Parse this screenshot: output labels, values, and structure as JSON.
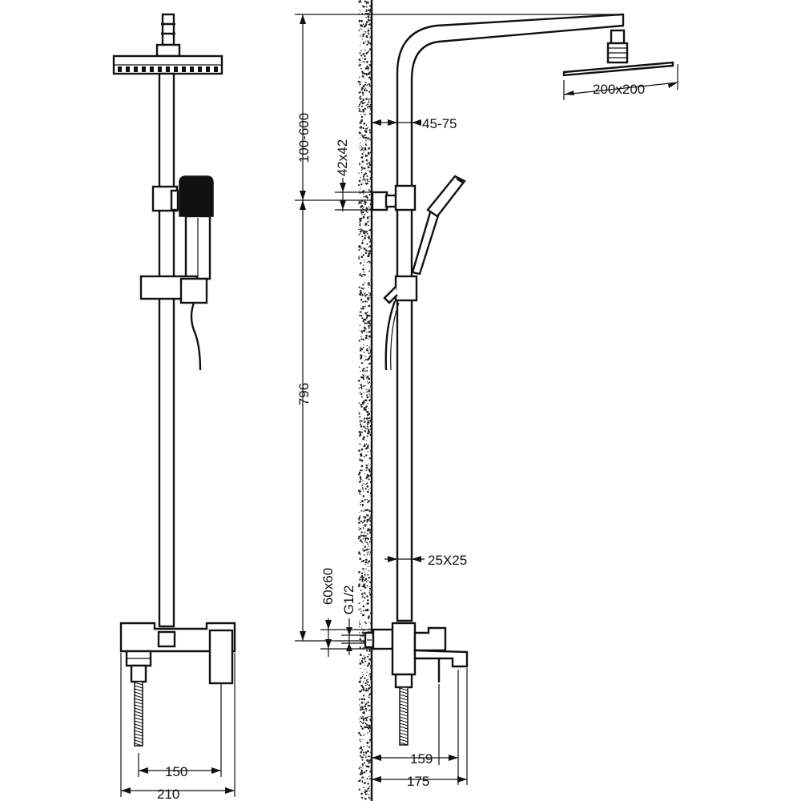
{
  "colors": {
    "line": "#111111",
    "background": "#ffffff",
    "wall_texture": "#222222"
  },
  "dimensions": {
    "head_size": "200x200",
    "wall_offset": "45-75",
    "bracket_size": "42x42",
    "arm_height": "100-600",
    "rail_length": "796",
    "tube_section": "25X25",
    "mixer_size": "60x60",
    "thread": "G1/2",
    "spout_width_front": "150",
    "mixer_width": "210",
    "projection_159": "159",
    "projection_175": "175"
  }
}
